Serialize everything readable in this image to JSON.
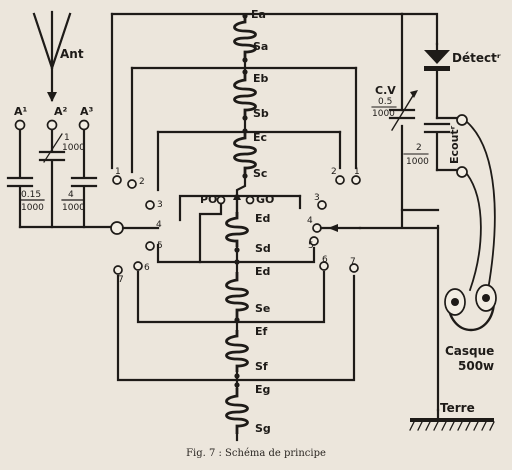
{
  "caption": "Fig. 7 : Schéma de principe",
  "antenna": {
    "label": "Ant"
  },
  "taps": [
    "Ea",
    "Sa",
    "Eb",
    "Sb",
    "Ec",
    "Sc",
    "Ed",
    "Sd",
    "Ed",
    "Se",
    "Ef",
    "Sf",
    "Eg",
    "Sg"
  ],
  "antenna_caps": [
    {
      "label": "A¹",
      "value_top": "0.15",
      "value_bottom": "1000"
    },
    {
      "label": "A²",
      "value_top": "1",
      "value_bottom": "1000"
    },
    {
      "label": "A³",
      "value_top": "4",
      "value_bottom": "1000"
    }
  ],
  "switch_contacts_left": [
    "1",
    "2",
    "3",
    "4",
    "5",
    "6",
    "7"
  ],
  "switch_contacts_right": [
    "1",
    "2",
    "3",
    "4",
    "5",
    "6",
    "7"
  ],
  "po_label": "PO",
  "go_label": "GO",
  "cv": {
    "label": "C.V",
    "value_top": "0.5",
    "value_bottom": "1000"
  },
  "detector": {
    "label": "Détectʳ"
  },
  "cap_2": {
    "value_top": "2",
    "value_bottom": "1000"
  },
  "ecouteur": {
    "label": "Ecoutʳ"
  },
  "casque": {
    "label": "Casque",
    "sublabel": "500w"
  },
  "terre": {
    "label": "Terre"
  }
}
